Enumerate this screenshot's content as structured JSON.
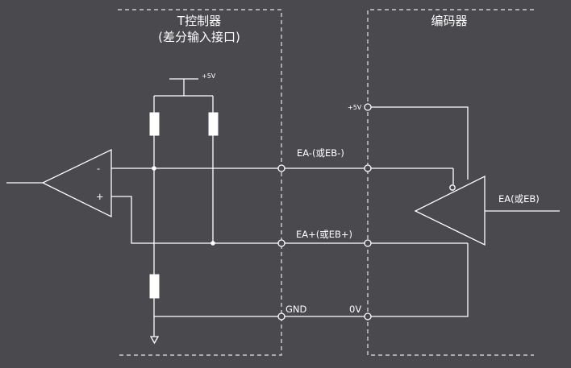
{
  "controller": {
    "title_line1": "T控制器",
    "title_line2": "(差分输入接口)",
    "supply": "+5V",
    "comp_minus": "-",
    "comp_plus": "+"
  },
  "encoder": {
    "title": "编码器",
    "supply": "+5V",
    "output": "EA(或EB)"
  },
  "signals": {
    "neg": "EA-(或EB-)",
    "pos": "EA+(或EB+)",
    "gnd": "GND",
    "zero": "0V"
  }
}
